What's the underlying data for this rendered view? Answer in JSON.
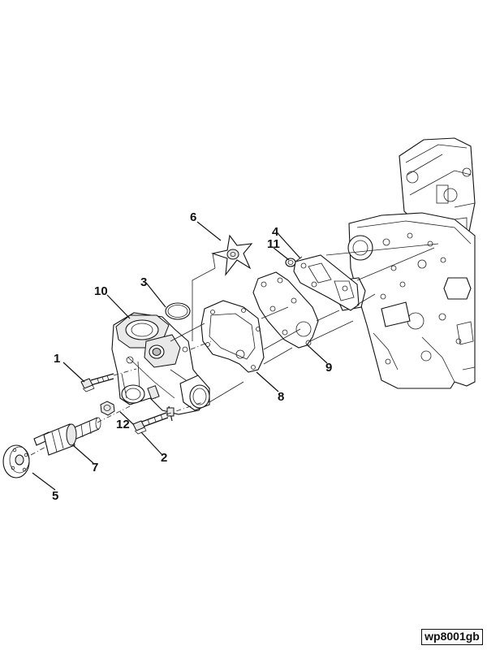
{
  "diagram": {
    "callouts": [
      "1",
      "2",
      "3",
      "4",
      "5",
      "6",
      "7",
      "8",
      "9",
      "10",
      "11",
      "12"
    ],
    "reference_code": "wp8001gb"
  }
}
